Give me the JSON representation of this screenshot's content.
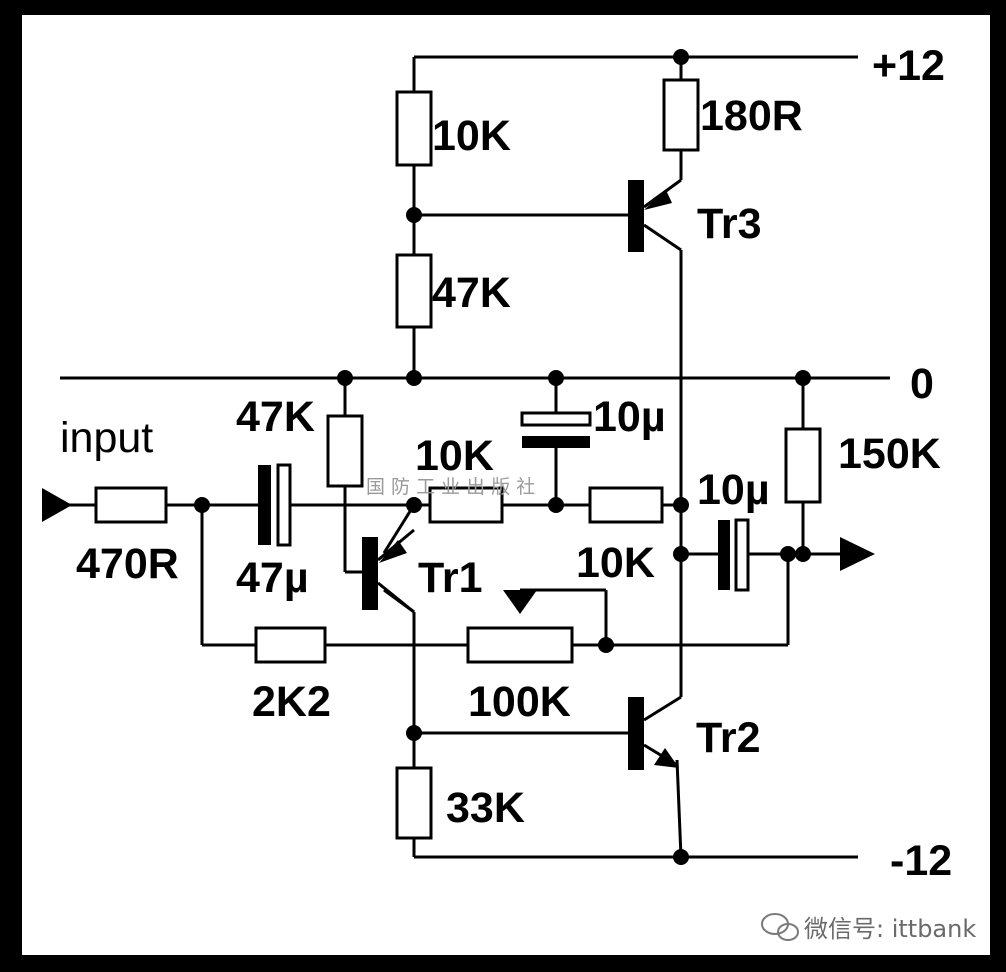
{
  "labels": {
    "plus12": "+12",
    "zero": "0",
    "minus12": "-12",
    "input": "input",
    "r_top_10k": "10K",
    "r_180r": "180R",
    "r_47k_upper": "47K",
    "tr3": "Tr3",
    "r_47k_left": "47K",
    "c_10u_top": "10µ",
    "r_10k_mid": "10K",
    "r_150k": "150K",
    "c_10u_out": "10µ",
    "r_470r": "470R",
    "c_47u": "47µ",
    "tr1": "Tr1",
    "r_10k_right": "10K",
    "r_2k2": "2K2",
    "r_100k": "100K",
    "tr2": "Tr2",
    "r_33k": "33K"
  },
  "watermark": {
    "center": "国 防 工 业 出 版 社",
    "wechat": "微信号: ittbank"
  },
  "colors": {
    "background": "#000000",
    "panel": "#ffffff",
    "ink": "#000000"
  }
}
